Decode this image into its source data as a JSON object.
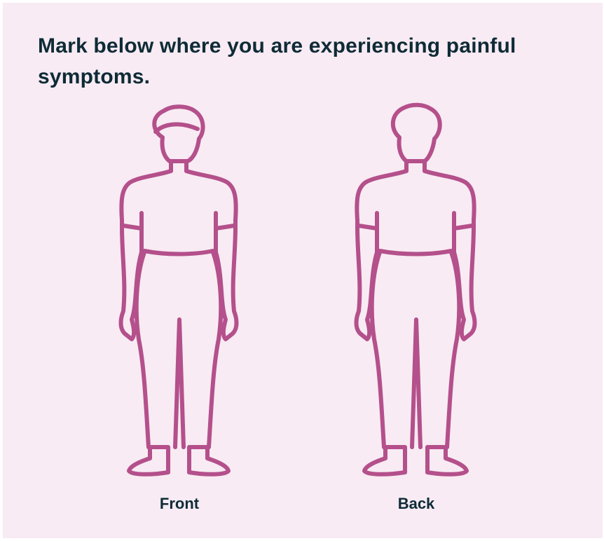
{
  "prompt": {
    "text": "Mark below where you are experiencing painful symptoms."
  },
  "figures": [
    {
      "label": "Front",
      "view": "front"
    },
    {
      "label": "Back",
      "view": "back"
    }
  ],
  "colors": {
    "background": "#f8ebf3",
    "outline": "#b4508b",
    "text": "#0e2b36"
  }
}
